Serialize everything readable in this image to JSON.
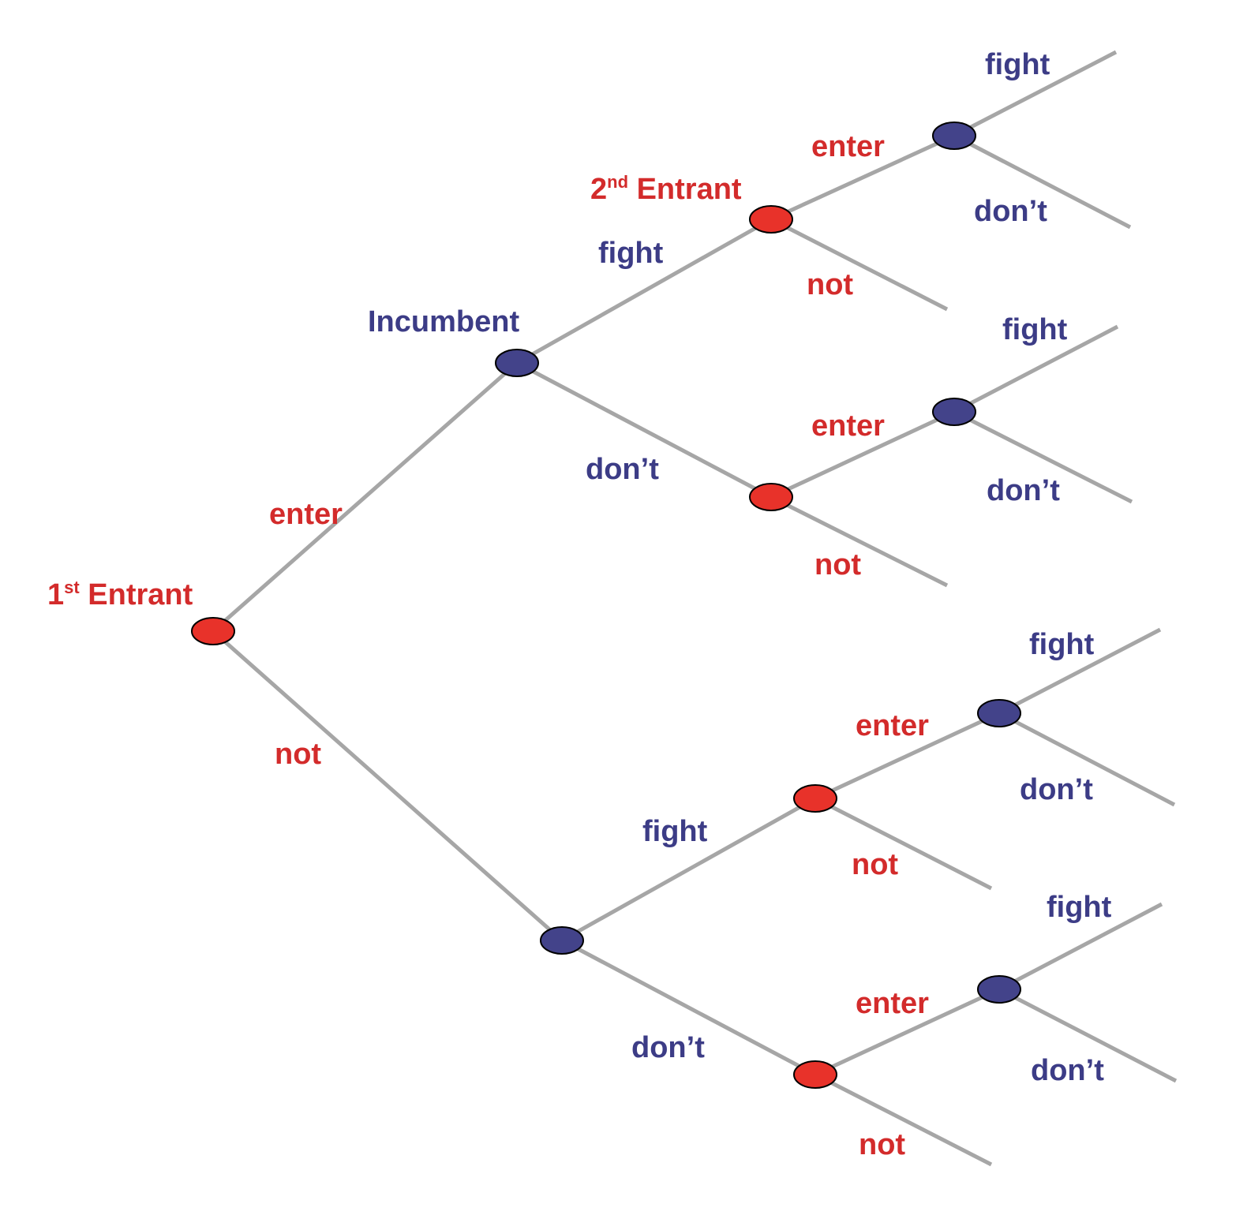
{
  "colors": {
    "entrant": "#d32b2b",
    "incumbent": "#3c3c86",
    "entrant_node": "#e8322a",
    "incumbent_node": "#43438a",
    "edge": "#a6a6a6"
  },
  "players": {
    "first_entrant": {
      "num": "1",
      "sup": "st",
      "rest": " Entrant"
    },
    "incumbent": "Incumbent",
    "second_entrant": {
      "num": "2",
      "sup": "nd",
      "rest": " Entrant"
    }
  },
  "actions": {
    "enter": "enter",
    "not": "not",
    "fight": "fight",
    "dont": "don’t"
  }
}
